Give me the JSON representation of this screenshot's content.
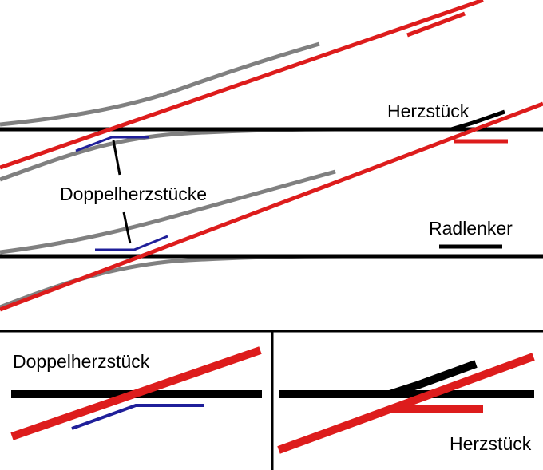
{
  "labels": {
    "herzstueck_top": "Herzstück",
    "doppelherzstuecke": "Doppelherzstücke",
    "radlenker": "Radlenker",
    "doppelherzstueck_inset": "Doppelherzstück",
    "herzstueck_inset": "Herzstück"
  },
  "colors": {
    "red_rail": "#dd1c1c",
    "black_rail": "#000000",
    "gray_rail": "#808080",
    "blue_rail": "#1f1f9a",
    "frame": "#000000"
  }
}
